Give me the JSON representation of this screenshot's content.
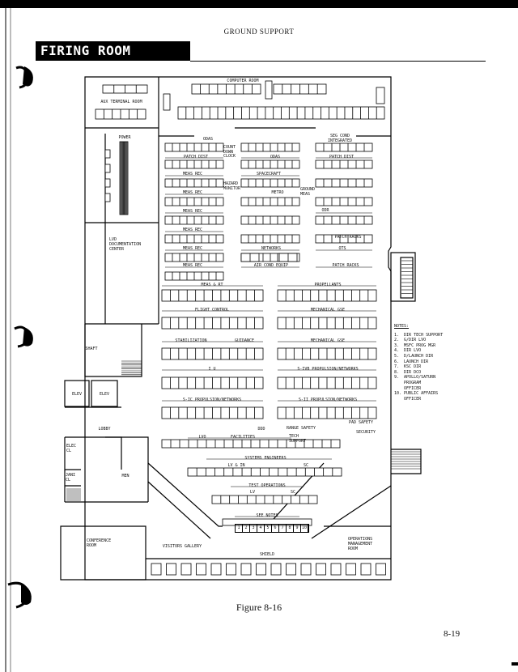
{
  "page": {
    "header": "GROUND SUPPORT",
    "title": "FIRING ROOM (TYPICAL)",
    "caption": "Figure 8-16",
    "page_number": "8-19"
  },
  "rooms": {
    "computer_room": "COMPUTER ROOM",
    "aux_terminal_room": "AUX TERMINAL ROOM",
    "power": "POWER",
    "lvd_documentation_center": "LVD DOCUMENTATION CENTER",
    "shaft": "SHAFT",
    "elev_1": "ELEV",
    "elev_2": "ELEV",
    "lobby": "LOBBY",
    "elec_cl": "ELEC CL",
    "jani_cl": "JANI CL",
    "men": "MEN",
    "conference_room": "CONFERENCE ROOM",
    "visitors_gallery": "VISITORS GALLERY",
    "shield": "SHIELD",
    "operations_management_room": "OPERATIONS MANAGEMENT ROOM"
  },
  "consoles": {
    "odas_top": "ODAS",
    "count_down_clock": "COUNT DOWN CLOCK",
    "odas_right": "ODAS",
    "patch_dist_left": "PATCH DIST",
    "seg_cond_integrated": "SEG COND INTEGRATED",
    "patch_dist_right": "PATCH DIST",
    "meas_rec_1": "MEAS REC",
    "spacecraft": "SPACECRAFT",
    "hazard_monitor": "HAZARD MONITOR",
    "meas_rec_2": "MEAS REC",
    "metro": "METRO",
    "ground_meas": "GROUND MEAS",
    "meas_rec_3": "MEAS REC",
    "odr": "ODR",
    "meas_rec_4": "MEAS REC",
    "patch_racks_top": "PATCH RACKS",
    "meas_rec_5": "MEAS REC",
    "networks": "NETWORKS",
    "ots": "OTS",
    "meas_rec_6": "MEAS REC",
    "air_cond_equip": "AIR COND EQUIP",
    "patch_racks_bottom": "PATCH RACKS",
    "meas_rt": "MEAS & RT",
    "propellants": "PROPELLANTS",
    "flight_control": "FLIGHT CONTROL",
    "mechanical_gse_1": "MECHANICAL GSE",
    "stabilization": "STABILIZATION",
    "guidance": "GUIDANCE",
    "mechanical_gse_2": "MECHANICAL GSE",
    "iu": "I U",
    "sivb_propulsion": "S-IVB PROPULSION/NETWORKS",
    "sic_propulsion": "S-IC PROPULSION/NETWORKS",
    "sii_propulsion": "S-II PROPULSION/NETWORKS",
    "ddd": "DDD",
    "range_safety": "RANGE SAFETY",
    "pad_safety": "PAD SAFETY",
    "lvo": "LVO",
    "facilities": "FACILITIES",
    "tech_support": "TECH SUPPORT",
    "security": "SECURITY",
    "systems_engineers": "SYSTEMS ENGINEERS",
    "lv_and_in": "LV & IN",
    "sc_1": "SC",
    "test_operations": "TEST OPERATIONS",
    "lv": "LV",
    "sc_2": "SC",
    "see_notes": "SEE NOTES",
    "management_row": [
      "1",
      "2",
      "3",
      "4",
      "5",
      "6",
      "7",
      "8",
      "9",
      "10"
    ]
  },
  "notes": {
    "title": "NOTES:",
    "items": [
      "1.  DIR TECH SUPPORT",
      "2.  G/DIR LVO",
      "3.  MSFC PROG MGR",
      "4.  DIR LVO",
      "5.  D/LAUNCH DIR",
      "6.  LAUNCH DIR",
      "7.  KSC DIR",
      "8.  DIR DCO",
      "9.  APOLLO/SATURN",
      "    PROGRAM",
      "    OFFICER",
      "10. PUBLIC AFFAIRS",
      "    OFFICER"
    ]
  }
}
